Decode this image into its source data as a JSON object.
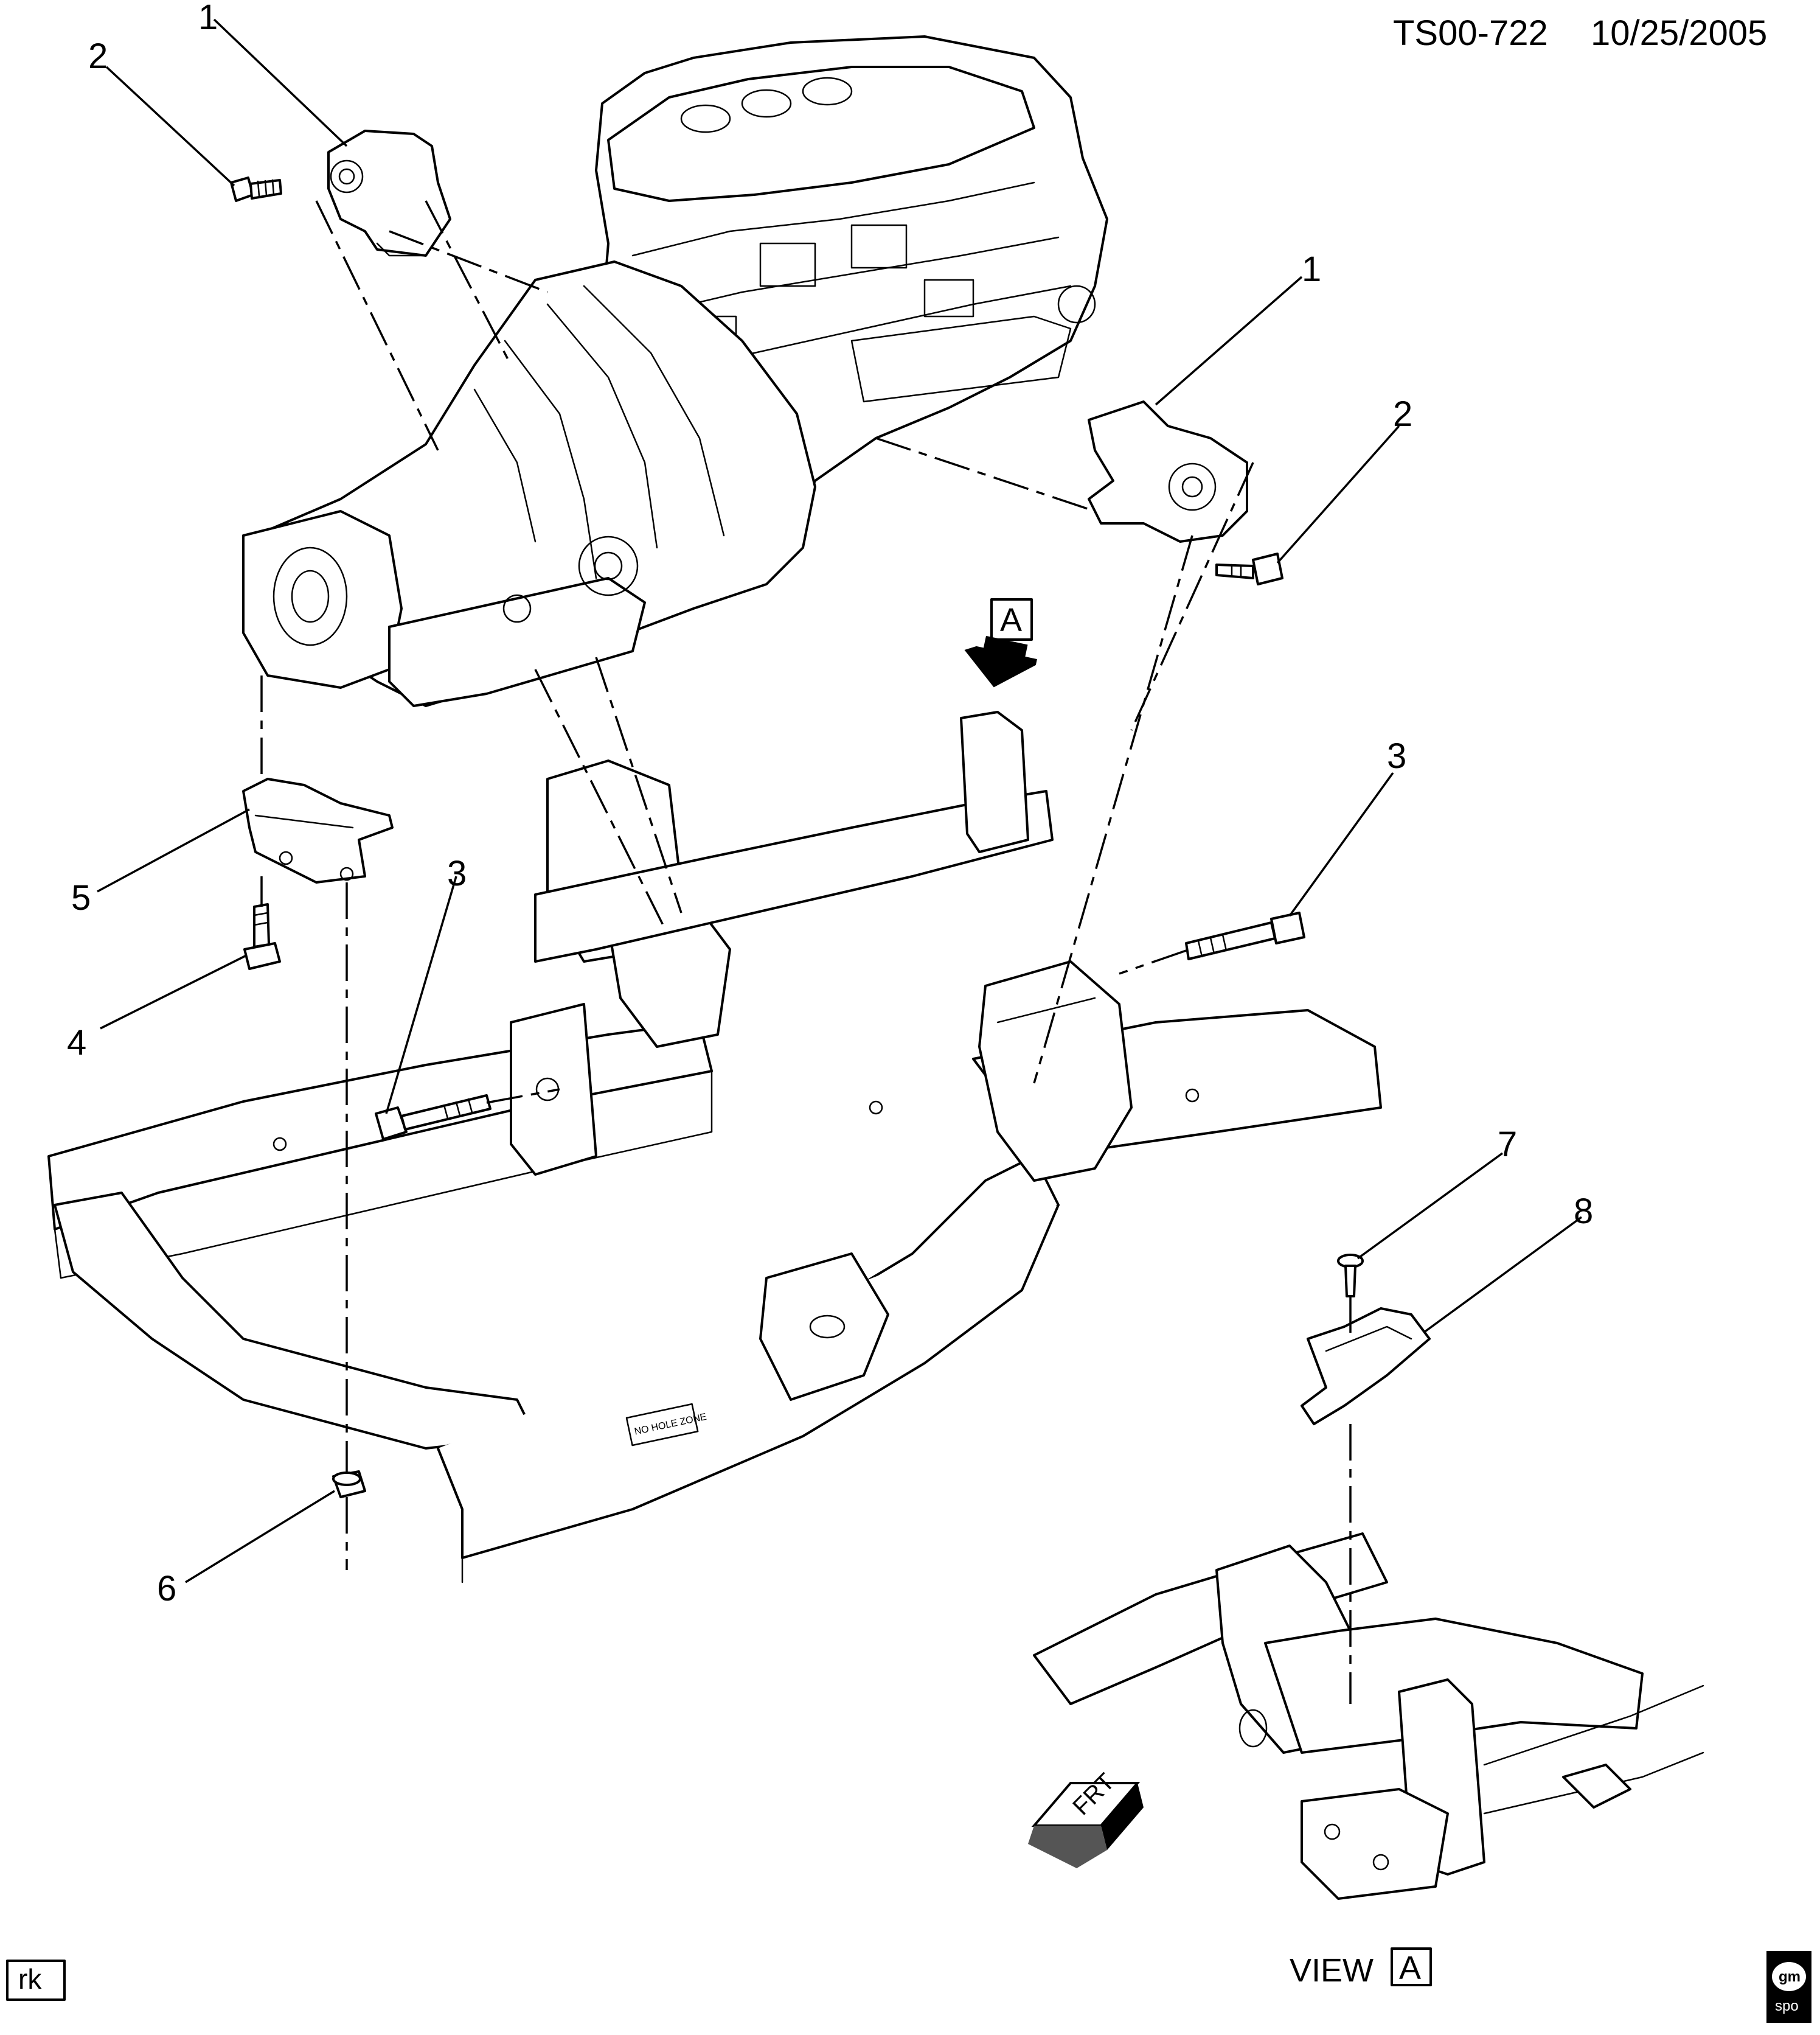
{
  "header": {
    "drawing_id": "TS00-722",
    "date": "10/25/2005"
  },
  "view_marker": {
    "letter": "A",
    "view_label": "VIEW",
    "view_letter": "A"
  },
  "front_indicator": {
    "label": "FRT"
  },
  "frame_label": {
    "text": "NO HOLE ZONE"
  },
  "initials_box": {
    "text": "rk"
  },
  "logo": {
    "line1": "gm",
    "line2": "spo"
  },
  "callouts": [
    {
      "id": "c1a",
      "number": "1",
      "part": "engine mount bracket (left)"
    },
    {
      "id": "c2a",
      "number": "2",
      "part": "bolt (left mount)"
    },
    {
      "id": "c1b",
      "number": "1",
      "part": "engine mount bracket (right)"
    },
    {
      "id": "c2b",
      "number": "2",
      "part": "bolt (right mount)"
    },
    {
      "id": "c3a",
      "number": "3",
      "part": "through bolt (left)"
    },
    {
      "id": "c3b",
      "number": "3",
      "part": "through bolt (right)"
    },
    {
      "id": "c4",
      "number": "4",
      "part": "transmission mount bolt"
    },
    {
      "id": "c5",
      "number": "5",
      "part": "transmission mount"
    },
    {
      "id": "c6",
      "number": "6",
      "part": "nut"
    },
    {
      "id": "c7",
      "number": "7",
      "part": "push-in retainer"
    },
    {
      "id": "c8",
      "number": "8",
      "part": "heat shield"
    }
  ]
}
